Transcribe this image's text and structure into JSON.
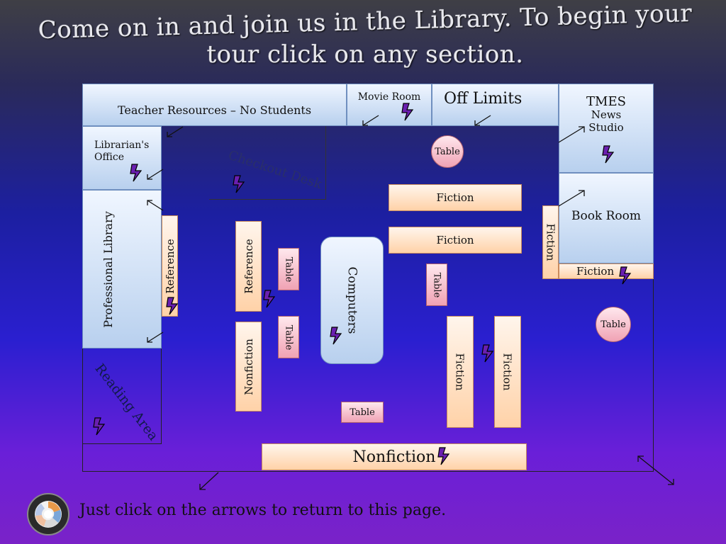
{
  "title": {
    "line1": "Come on in and join us in  the Library. To begin your",
    "line2": "tour click  on any section."
  },
  "rooms": {
    "teacher_resources": "Teacher Resources – No Students",
    "movie_room": "Movie Room",
    "off_limits": "Off Limits",
    "tmes_news_studio": [
      "TMES",
      "News",
      "Studio"
    ],
    "librarians_office": [
      "Librarian's",
      "Office"
    ],
    "checkout_desk": "Checkout Desk",
    "professional_library": "Professional Library",
    "book_room": "Book Room",
    "reading_area": "Reading Area",
    "computers": "Computers"
  },
  "shelves": {
    "fiction": "Fiction",
    "reference": "Reference",
    "nonfiction": "Nonfiction"
  },
  "table_label": "Table",
  "footer": {
    "text": "Just click on the arrows to return to this page."
  },
  "colors": {
    "bolt": "#6a1fb0",
    "room_fill": "#c8dcf4",
    "shelf_fill": "#ffd2a8",
    "table_fill": "#f0a2b4"
  }
}
